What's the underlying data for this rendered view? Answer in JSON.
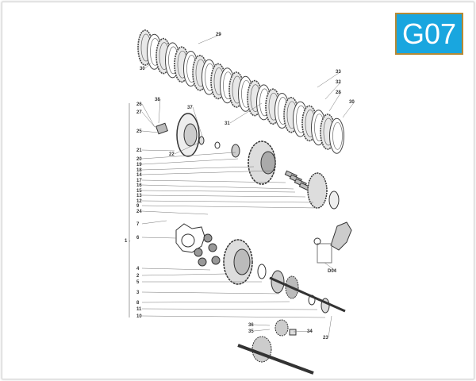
{
  "diagram_code": "G07",
  "colors": {
    "badge_bg": "#19a6df",
    "badge_border": "#b68a35",
    "line": "#777777"
  },
  "callouts": [
    "29",
    "30",
    "33",
    "32",
    "28",
    "30",
    "38",
    "37",
    "26",
    "27",
    "25",
    "21",
    "22",
    "31",
    "20",
    "19",
    "18",
    "14",
    "17",
    "16",
    "15",
    "13",
    "12",
    "9",
    "24",
    "7",
    "6",
    "1",
    "4",
    "2",
    "5",
    "3",
    "8",
    "11",
    "10",
    "D04",
    "36",
    "35",
    "34",
    "23"
  ]
}
